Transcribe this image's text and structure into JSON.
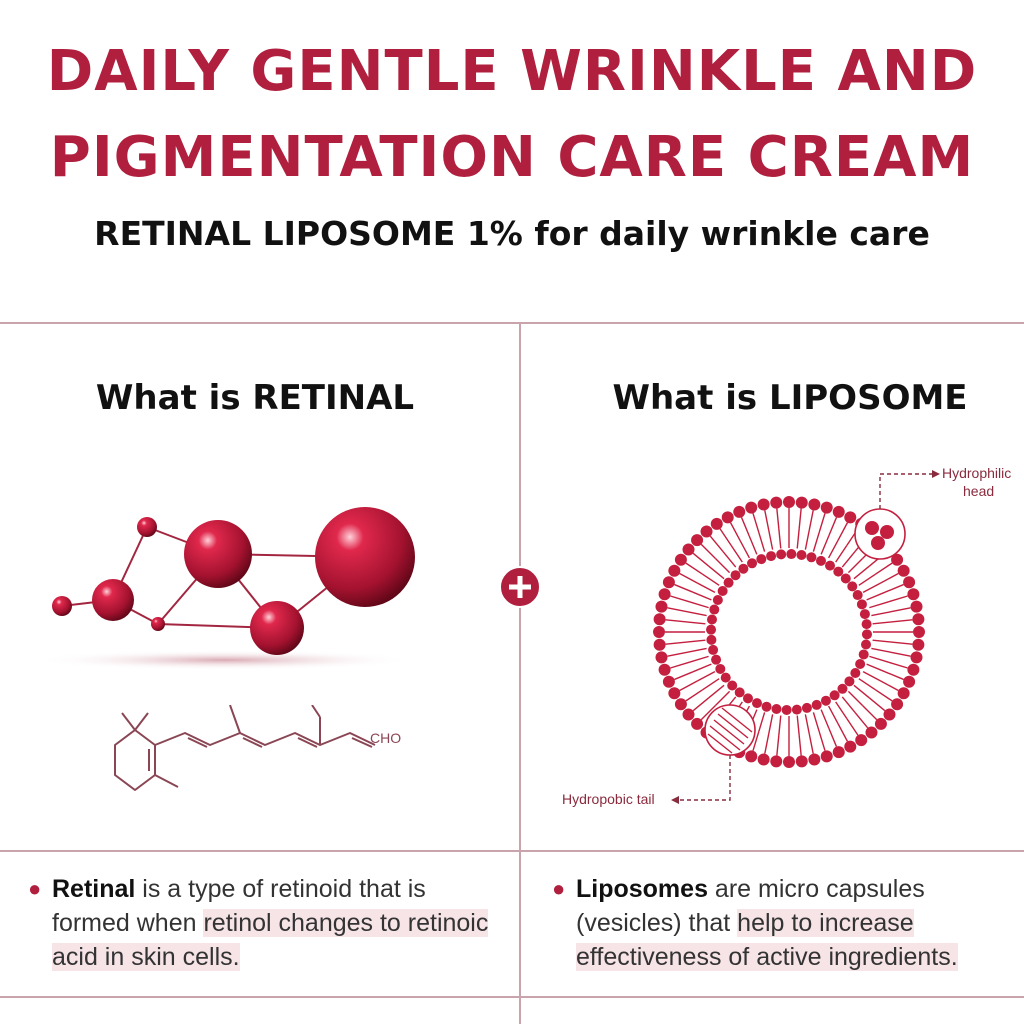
{
  "header": {
    "title_line1": "DAILY GENTLE WRINKLE AND",
    "title_line2": "PIGMENTATION CARE CREAM",
    "subtitle": "RETINAL LIPOSOME 1% for daily wrinkle care"
  },
  "left_panel": {
    "heading": "What is RETINAL",
    "formula_label": "CHO",
    "description": {
      "term": "Retinal",
      "text_plain": " is a type of retinoid that is formed when ",
      "text_highlight": "retinol changes to retinoic acid in skin cells."
    }
  },
  "right_panel": {
    "heading": "What is LIPOSOME",
    "label_head_line1": "Hydrophilic",
    "label_head_line2": "head",
    "label_tail": "Hydropobic tail",
    "description": {
      "term": "Liposomes",
      "text_plain": " are micro capsules (vesicles) that ",
      "text_highlight": "help to increase effectiveness of active ingredients."
    }
  },
  "colors": {
    "brand_red": "#b01f3e",
    "divider": "#c9a4ad",
    "highlight": "#f6e4e7"
  },
  "icons": {
    "plus": "plus-circle-icon"
  }
}
